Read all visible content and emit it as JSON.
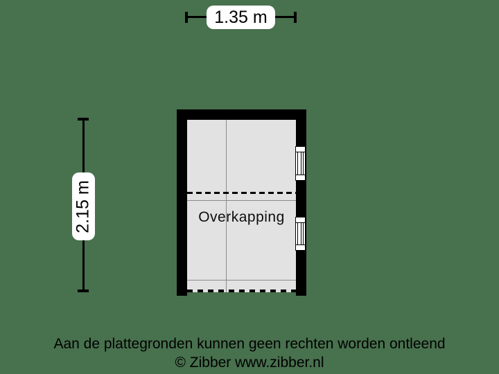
{
  "page": {
    "background_color": "#48714e"
  },
  "dimensions": {
    "width": {
      "label": "1.35 m"
    },
    "height": {
      "label": "2.15 m"
    }
  },
  "room": {
    "name": "Overkapping",
    "wall_color": "#000000",
    "floor_color": "#e2e2e2",
    "line_color": "#8a8a8a",
    "windows": [
      "window-upper-right",
      "window-lower-right"
    ],
    "open_sides": [
      "bottom-dashed",
      "interior-dashed-divider"
    ]
  },
  "footer": {
    "disclaimer": "Aan de plattegronden kunnen geen rechten worden ontleend",
    "copyright": "© Zibber www.zibber.nl"
  }
}
